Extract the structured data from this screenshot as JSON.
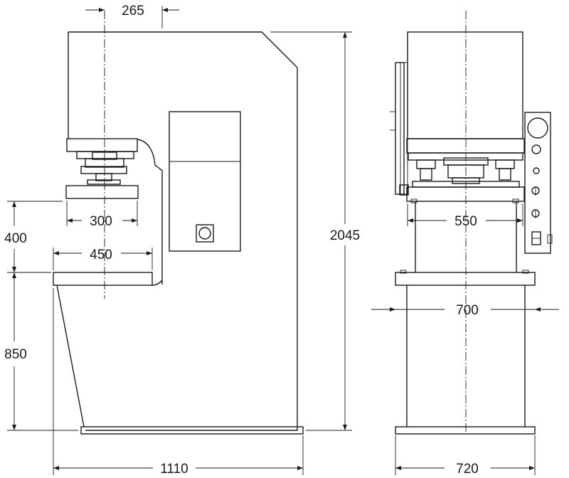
{
  "dimensions": {
    "throat_offset": "265",
    "ram_width": "300",
    "daylight": "400",
    "table_depth": "450",
    "table_height": "850",
    "overall_height": "2045",
    "base_length": "1110",
    "ram_width_front": "550",
    "table_width_front": "700",
    "base_width_front": "720"
  },
  "colors": {
    "line": "#1a1a1a",
    "background": "#ffffff"
  },
  "icons": [
    "pressure-gauge-icon",
    "switch-icon"
  ]
}
